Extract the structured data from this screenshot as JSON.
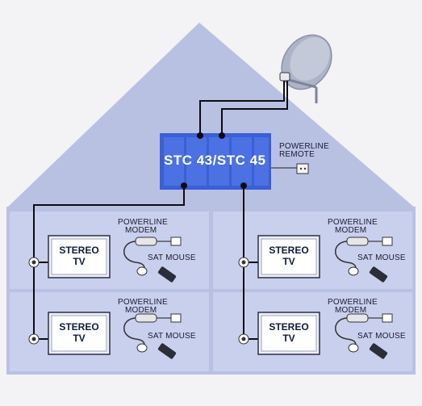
{
  "hub": {
    "title": "STC 43/STC 45"
  },
  "remote": {
    "line1": "POWERLINE",
    "line2": "REMOTE"
  },
  "rooms": [
    {
      "tv_line1": "STEREO",
      "tv_line2": "TV",
      "modem_line1": "POWERLINE",
      "modem_line2": "MODEM",
      "mouse_label": "SAT MOUSE"
    },
    {
      "tv_line1": "STEREO",
      "tv_line2": "TV",
      "modem_line1": "POWERLINE",
      "modem_line2": "MODEM",
      "mouse_label": "SAT MOUSE"
    },
    {
      "tv_line1": "STEREO",
      "tv_line2": "TV",
      "modem_line1": "POWERLINE",
      "modem_line2": "MODEM",
      "mouse_label": "SAT MOUSE"
    },
    {
      "tv_line1": "STEREO",
      "tv_line2": "TV",
      "modem_line1": "POWERLINE",
      "modem_line2": "MODEM",
      "mouse_label": "SAT MOUSE"
    }
  ],
  "colors": {
    "house": "#b9c1e3",
    "room": "#c9d0ee",
    "hub": "#3a5fd6",
    "cable": "#0b0b12"
  }
}
